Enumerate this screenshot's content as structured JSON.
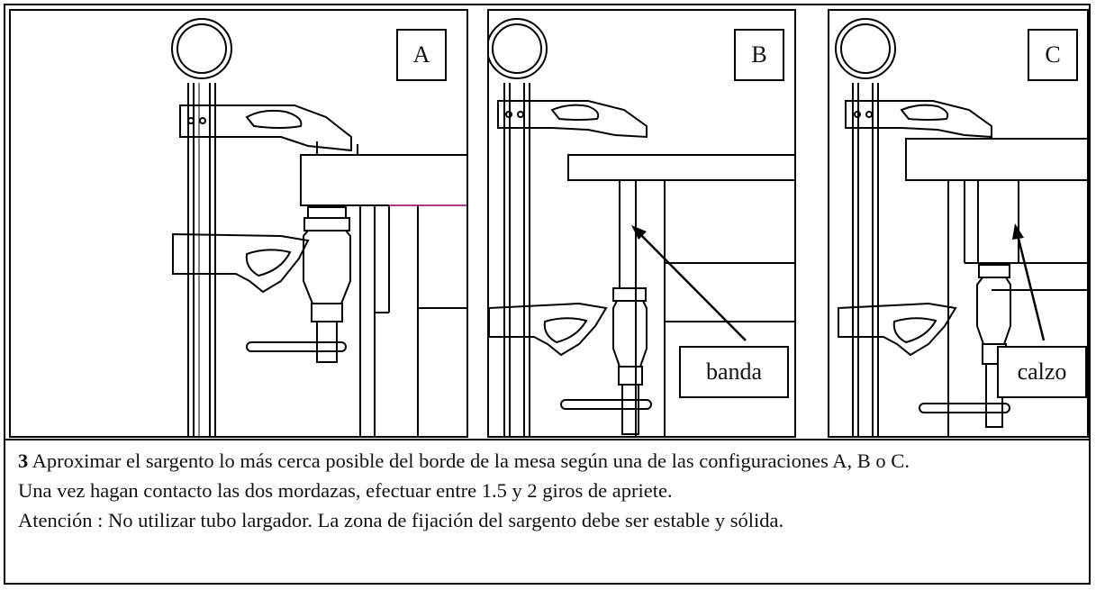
{
  "panels": [
    {
      "letter": "A"
    },
    {
      "letter": "B",
      "callout": "banda"
    },
    {
      "letter": "C",
      "callout": "calzo"
    }
  ],
  "caption": {
    "step_number": "3",
    "line1": "Aproximar el sargento lo más cerca posible del borde de la mesa según una de las configuraciones A, B o C.",
    "line2": "Una vez hagan contacto las dos mordazas, efectuar entre 1.5 y 2 giros de apriete.",
    "line3": "Atención : No utilizar tubo largador. La zona de fijación del sargento debe ser estable y sólida."
  },
  "colors": {
    "line": "#000000",
    "accent_line": "#b03a8a"
  }
}
